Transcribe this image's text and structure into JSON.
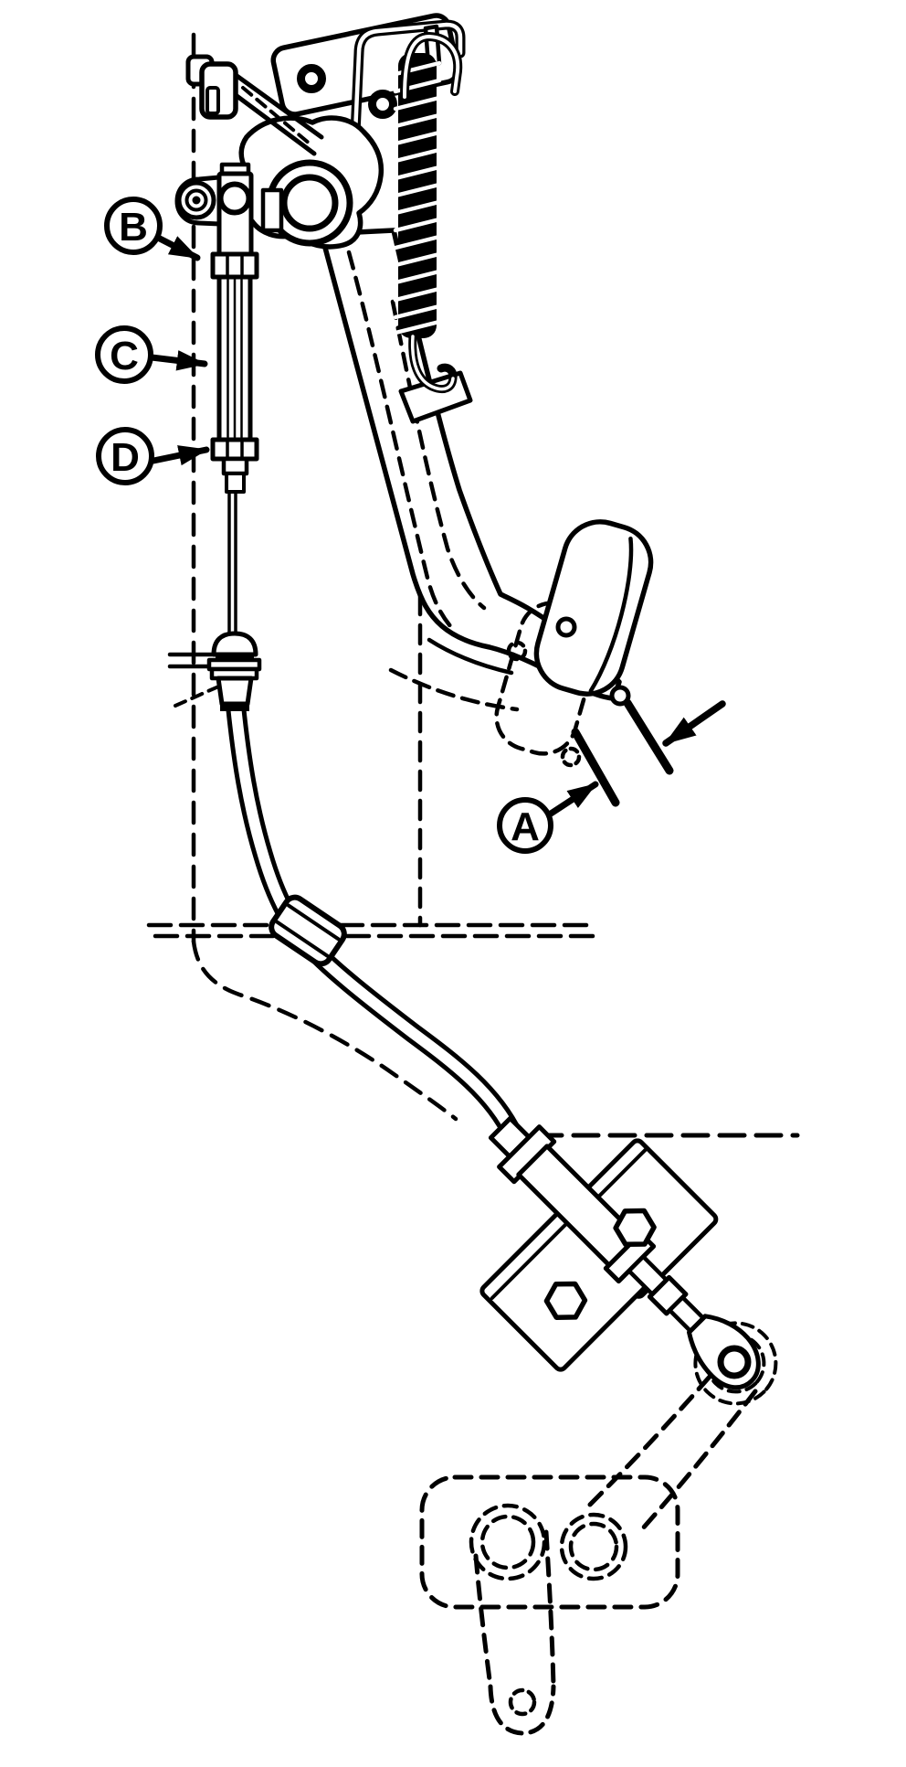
{
  "figure": {
    "kind": "technical-line-diagram",
    "subject": "clutch-pedal-and-release-cable-adjustment",
    "background_color": "#ffffff",
    "line_color": "#000000"
  },
  "callouts": [
    {
      "letter": "A"
    },
    {
      "letter": "B"
    },
    {
      "letter": "C"
    },
    {
      "letter": "D"
    }
  ]
}
